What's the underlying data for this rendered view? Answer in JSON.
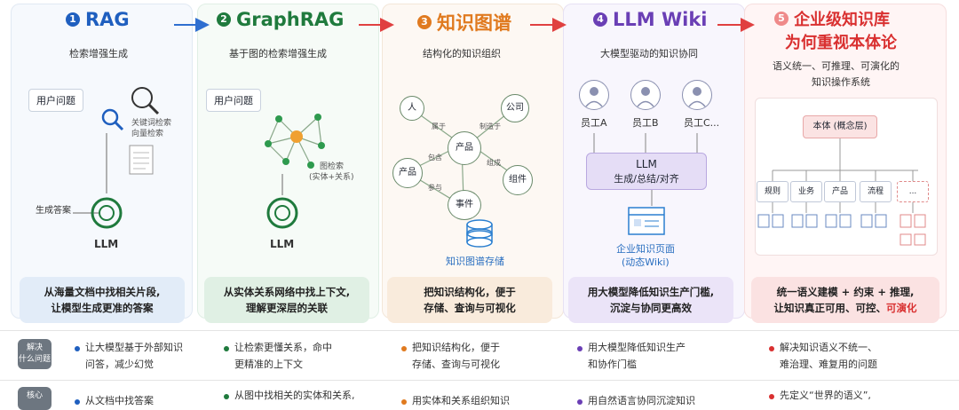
{
  "columns": [
    {
      "num": "1",
      "title": "RAG",
      "subtitle": "检索增强生成",
      "summary": [
        "从海量文档中找相关片段,",
        "让模型生成更准的答案"
      ]
    },
    {
      "num": "2",
      "title": "GraphRAG",
      "subtitle": "基于图的检索增强生成",
      "summary": [
        "从实体关系网络中找上下文,",
        "理解更深层的关联"
      ]
    },
    {
      "num": "3",
      "title": "知识图谱",
      "subtitle": "结构化的知识组织",
      "summary": [
        "把知识结构化，便于",
        "存储、查询与可视化"
      ]
    },
    {
      "num": "4",
      "title": "LLM Wiki",
      "subtitle": "大模型驱动的知识协同",
      "summary": [
        "用大模型降低知识生产门槛,",
        "沉淀与协同更高效"
      ]
    },
    {
      "num": "5",
      "title": [
        "企业级知识库",
        "为何重视本体论"
      ],
      "subtitle": [
        "语义统一、可推理、可演化的",
        "知识操作系统"
      ]
    }
  ],
  "summary5": {
    "a": "统一语义建模",
    "plus1": " + ",
    "b": "约束",
    "plus2": " + ",
    "c": "推理",
    "d": ",",
    "e": "让知识真正可用、可控、",
    "f": "可演化"
  },
  "rag": {
    "user_q": "用户问题",
    "search": [
      "关键词检索",
      "向量检索"
    ],
    "gen": "生成答案",
    "llm": "LLM"
  },
  "graphrag": {
    "user_q": "用户问题",
    "retrieve": [
      "图检索",
      "(实体+关系)"
    ],
    "llm": "LLM"
  },
  "kg": {
    "nodes": [
      "人",
      "公司",
      "产品",
      "产品",
      "组件",
      "事件"
    ],
    "edges": [
      "属于",
      "制造于",
      "包含",
      "组成",
      "参与"
    ],
    "store": "知识图谱存储"
  },
  "wiki": {
    "staff": [
      "员工A",
      "员工B",
      "员工C..."
    ],
    "llm": "LLM",
    "llm_sub": "生成/总结/对齐",
    "wiki": [
      "企业知识页面",
      "(动态Wiki)"
    ]
  },
  "onto": {
    "root": "本体 (概念层)",
    "children": [
      "规则",
      "业务",
      "产品",
      "流程",
      "..."
    ]
  },
  "rows": [
    {
      "tag": [
        "解决",
        "什么问题"
      ],
      "cells": [
        [
          "让大模型基于外部知识",
          "问答，减少幻觉"
        ],
        [
          "让检索更懂关系，命中",
          "更精准的上下文"
        ],
        [
          "把知识结构化，便于",
          "存储、查询与可视化"
        ],
        [
          "用大模型降低知识生产",
          "和协作门槛"
        ],
        [
          "解决知识语义不统一、",
          "难治理、难复用的问题"
        ]
      ]
    },
    {
      "tag": [
        "核心"
      ],
      "cells": [
        [
          "从文档中找答案"
        ],
        [
          "从图中找相关的实体和关系,"
        ],
        [
          "用实体和关系组织知识"
        ],
        [
          "用自然语言协同沉淀知识"
        ],
        [
          "先定义“世界的语义”,"
        ]
      ]
    }
  ],
  "colors": {
    "blue": "#1f5fbf",
    "green": "#1f7a3d",
    "orange": "#e07a1f",
    "purple": "#6a3fb5",
    "red": "#d93030"
  }
}
